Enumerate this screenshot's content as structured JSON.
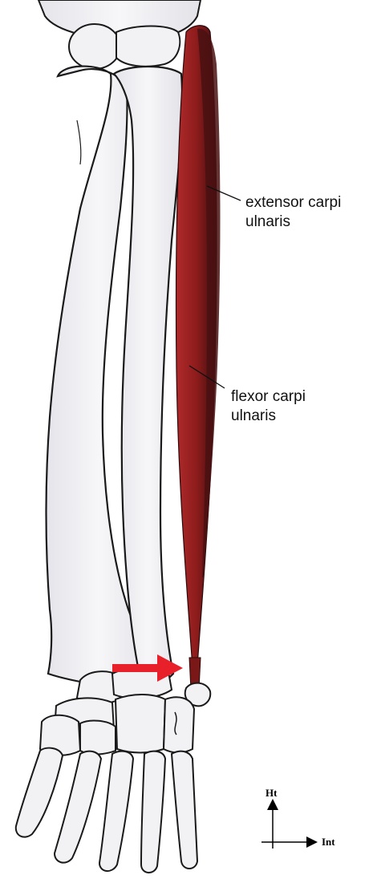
{
  "labels": {
    "extensor_line1": "extensor carpi",
    "extensor_line2": "ulnaris",
    "flexor_line1": "flexor carpi",
    "flexor_line2": "ulnaris"
  },
  "axes": {
    "vertical": "Ht",
    "horizontal": "Int"
  },
  "colors": {
    "muscle": "#8e1c1c",
    "muscle_dark": "#4a1012",
    "arrow": "#e8202a",
    "bone_fill": "#f2f2f5",
    "bone_stroke": "#1a1a1a"
  }
}
